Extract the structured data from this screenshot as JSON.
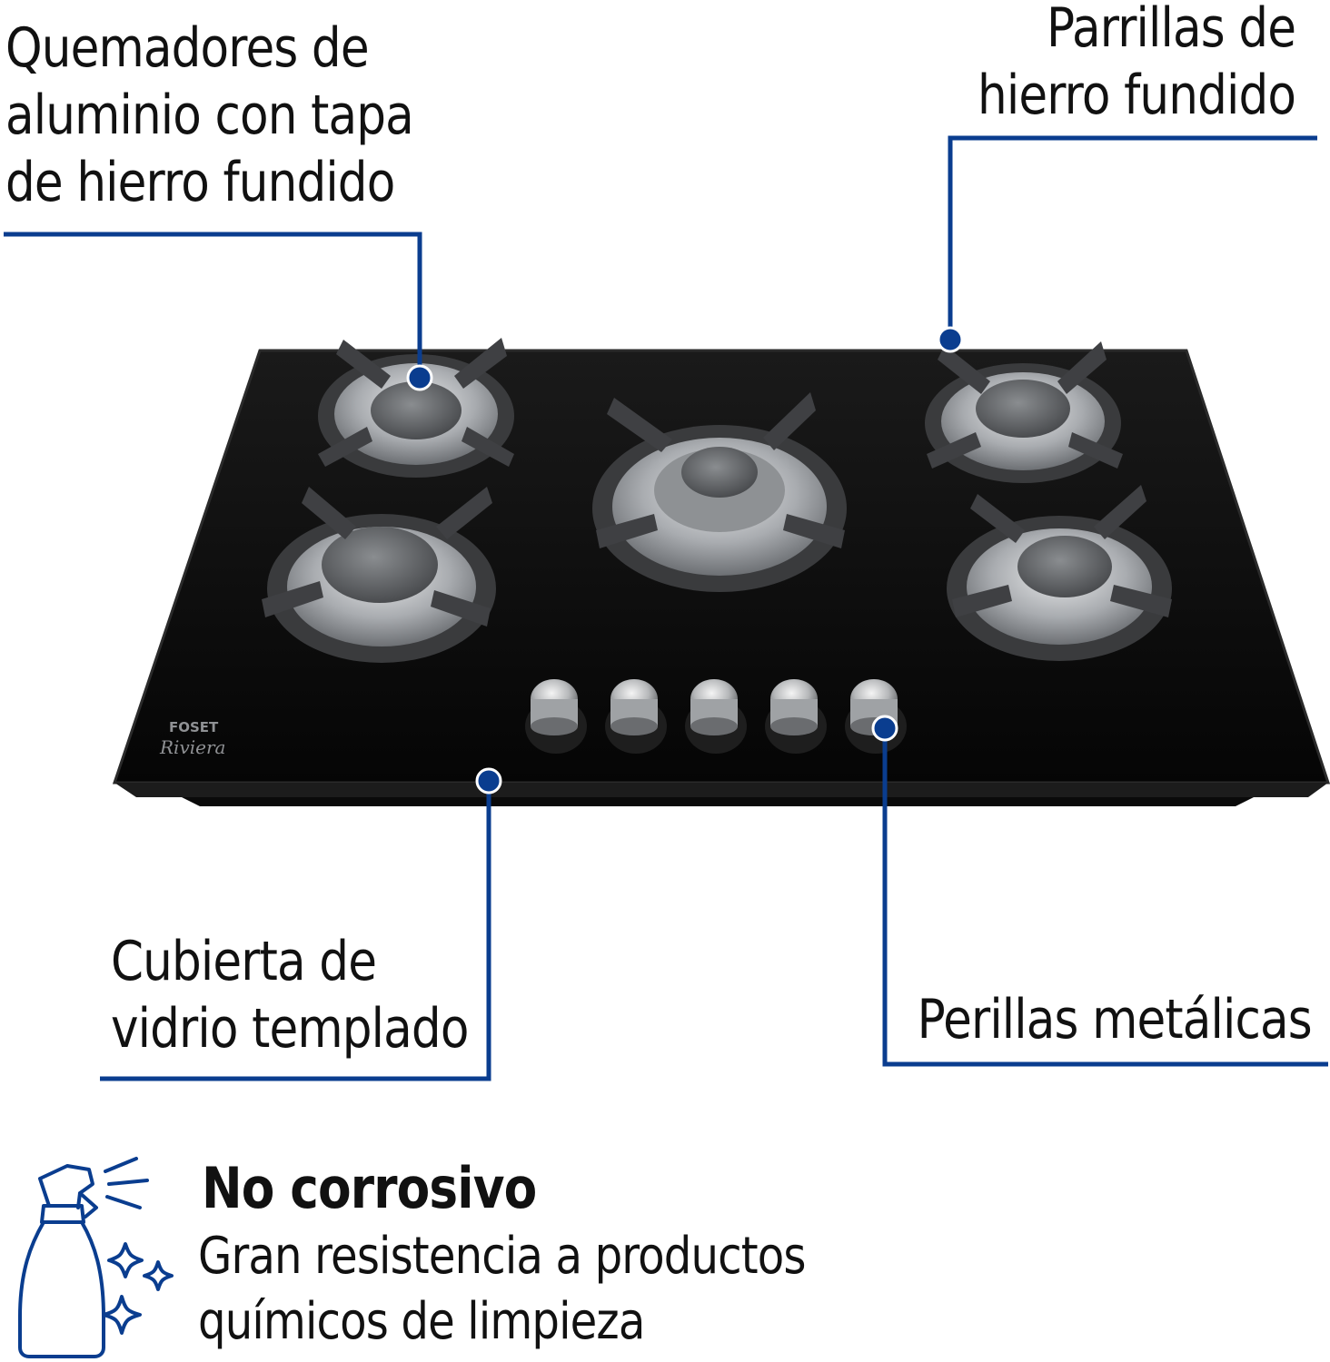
{
  "callouts": {
    "burners": "Quemadores de\naluminio con tapa\nde hierro fundido",
    "grates": "Parrillas de\nhierro fundido",
    "glass": "Cubierta de\nvidrio templado",
    "knobs": "Perillas metálicas"
  },
  "brand": {
    "name": "FOSET",
    "model": "Riviera"
  },
  "feature": {
    "title": "No corrosivo",
    "description": "Gran resistencia a productos\nquímicos de limpieza",
    "icon": "spray-bottle-icon"
  },
  "colors": {
    "accent": "#0a3d8f",
    "glass": "#0c0c0c",
    "steel": "#b9bcbf"
  }
}
